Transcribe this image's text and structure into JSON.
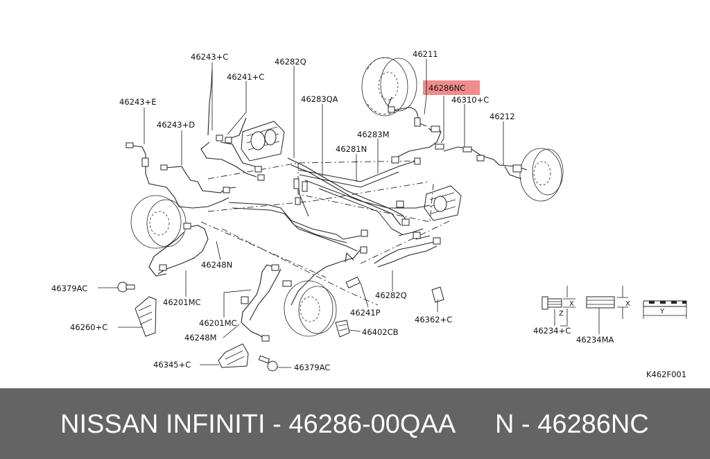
{
  "callouts": {
    "c46211": "46211",
    "c46286NC": "46286NC",
    "c46310C": "46310+C",
    "c46212": "46212",
    "c46243C": "46243+C",
    "c46282Q_top": "46282Q",
    "c46241C": "46241+C",
    "c46283QA": "46283QA",
    "c46243E": "46243+E",
    "c46243D": "46243+D",
    "c46283M": "46283M",
    "c46281N": "46281N",
    "c46248N": "46248N",
    "c46379AC_left": "46379AC",
    "c46201MC_left": "46201MC",
    "c46260C": "46260+C",
    "c46201MC_low": "46201MC",
    "c46248M": "46248M",
    "c46345C": "46345+C",
    "c46379AC_low": "46379AC",
    "c46402CB": "46402CB",
    "c46241P": "46241P",
    "c46282Q_low": "46282Q",
    "c46362C": "46362+C",
    "c46234C": "46234+C",
    "c46234MA": "46234MA"
  },
  "dimension_labels": {
    "x1": "X",
    "z": "Z",
    "x2": "X",
    "y": "Y"
  },
  "highlight_color": "#f28b8b",
  "diagram_code": "K462F001",
  "footer": {
    "left": "NISSAN INFINITI - 46286-00QAA",
    "right": "N - 46286NC",
    "background": "#646464",
    "text_color": "#ffffff"
  }
}
